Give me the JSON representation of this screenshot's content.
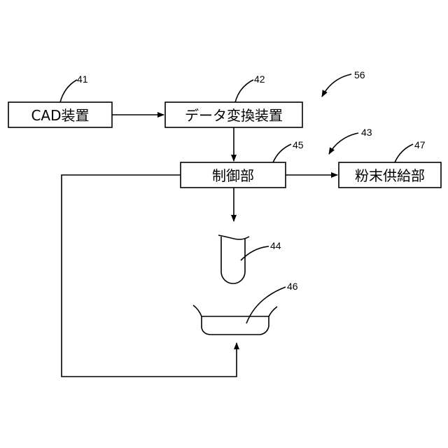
{
  "diagram": {
    "boxes": {
      "cad": "CAD装置",
      "converter": "データ変換装置",
      "controller": "制御部",
      "powder": "粉末供給部"
    },
    "refs": {
      "r41": "41",
      "r42": "42",
      "r43": "43",
      "r44": "44",
      "r45": "45",
      "r46": "46",
      "r47": "47",
      "r56": "56"
    }
  }
}
